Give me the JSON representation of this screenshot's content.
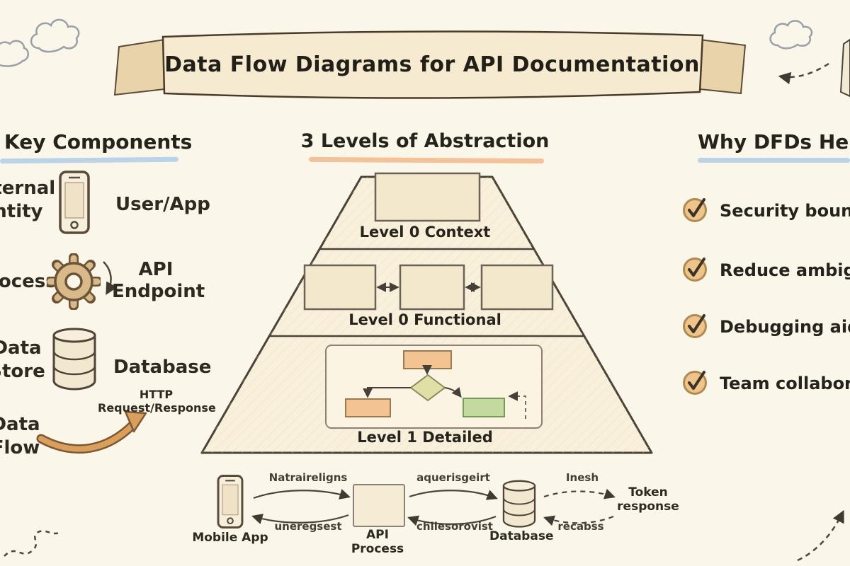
{
  "title": "Data Flow Diagrams for API Documentation",
  "left": {
    "heading": "Key Components",
    "items": [
      {
        "term": "External\nEntity",
        "label": "User/App"
      },
      {
        "term": "Process",
        "label": "API\nEndpoint"
      },
      {
        "term": "Data\nStore",
        "label": "Database"
      },
      {
        "term": "Data\nFlow",
        "label": "HTTP\nRequest/Response"
      }
    ]
  },
  "middle": {
    "heading": "3 Levels of Abstraction",
    "levels": [
      {
        "label": "Level 0 Context"
      },
      {
        "label": "Level 0 Functional"
      },
      {
        "label": "Level 1 Detailed"
      }
    ]
  },
  "right": {
    "heading": "Why DFDs Help",
    "items": [
      "Security boundaries",
      "Reduce ambiguity",
      "Debugging aid",
      "Team collaboration"
    ]
  },
  "bottom": {
    "nodes": [
      {
        "label": "Mobile App"
      },
      {
        "label": "API\nProcess"
      },
      {
        "label": "Database"
      },
      {
        "label": "Token\nresponse"
      }
    ],
    "arrow_labels": [
      "Natraireligns",
      "uneregsest",
      "aquerisgeirt",
      "chliesorovist",
      "Inesh",
      "recabss"
    ]
  },
  "colors": {
    "background": "#FBF6EA",
    "ink": "#2E2A22",
    "accent_blue": "#AECDE8",
    "accent_orange": "#F2B98A",
    "arrow_orange": "#DA9F5C",
    "check_fill": "#EDC489",
    "box_orange": "#F3C492",
    "box_green": "#C3D9A0",
    "banner_fill": "#F6EAD0"
  }
}
